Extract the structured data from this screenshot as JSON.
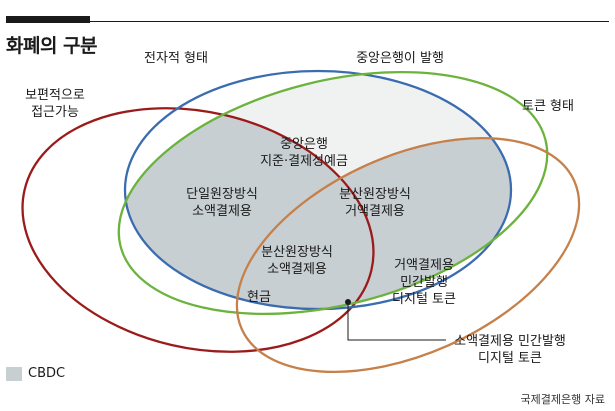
{
  "title": "화폐의 구분",
  "labels": {
    "universal": [
      "보편적으로",
      "접근가능"
    ],
    "electronic": "전자적 형태",
    "central_bank_issued": "중앙은행이 발행",
    "token": "토큰 형태",
    "central_bank_deposit": [
      "중앙은행",
      "지준·결제성예금"
    ],
    "single_ledger_retail": [
      "단일원장방식",
      "소액결제용"
    ],
    "distributed_ledger_wholesale": [
      "분산원장방식",
      "거액결제용"
    ],
    "distributed_ledger_retail": [
      "분산원장방식",
      "소액결제용"
    ],
    "wholesale_private_token": [
      "거액결제용",
      "민간발행",
      "디지털 토큰"
    ],
    "cash": "현금",
    "retail_private_token": [
      "소액결제용 민간발행",
      "디지털 토큰"
    ]
  },
  "colors": {
    "universal_ellipse": "#9b1b1b",
    "electronic_ellipse": "#3b6cb0",
    "central_bank_ellipse": "#6cb33e",
    "token_ellipse": "#c6804a",
    "cbdc_fill": "#c8cfd3",
    "cb_region_fill": "#f0f1f1"
  },
  "legend": {
    "label": "CBDC"
  },
  "source": "국제결제은행 자료"
}
